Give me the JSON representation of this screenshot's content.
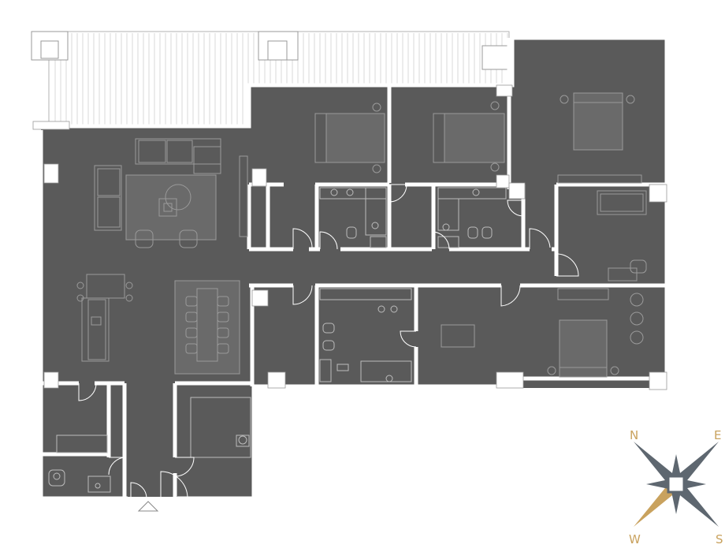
{
  "colors": {
    "floor": "#5a5a5a",
    "wall": "#ffffff",
    "outline": "#b3b3b3",
    "furniture_line": "#9a9a9a",
    "terrace": "#ffffff",
    "compass_dark": "#5e6770",
    "compass_gold": "#c9a25e"
  },
  "compass": {
    "north": "N",
    "east": "E",
    "west": "W",
    "south": "S"
  },
  "icons": [
    "compass-rose-icon",
    "entrance-arrow-icon"
  ]
}
